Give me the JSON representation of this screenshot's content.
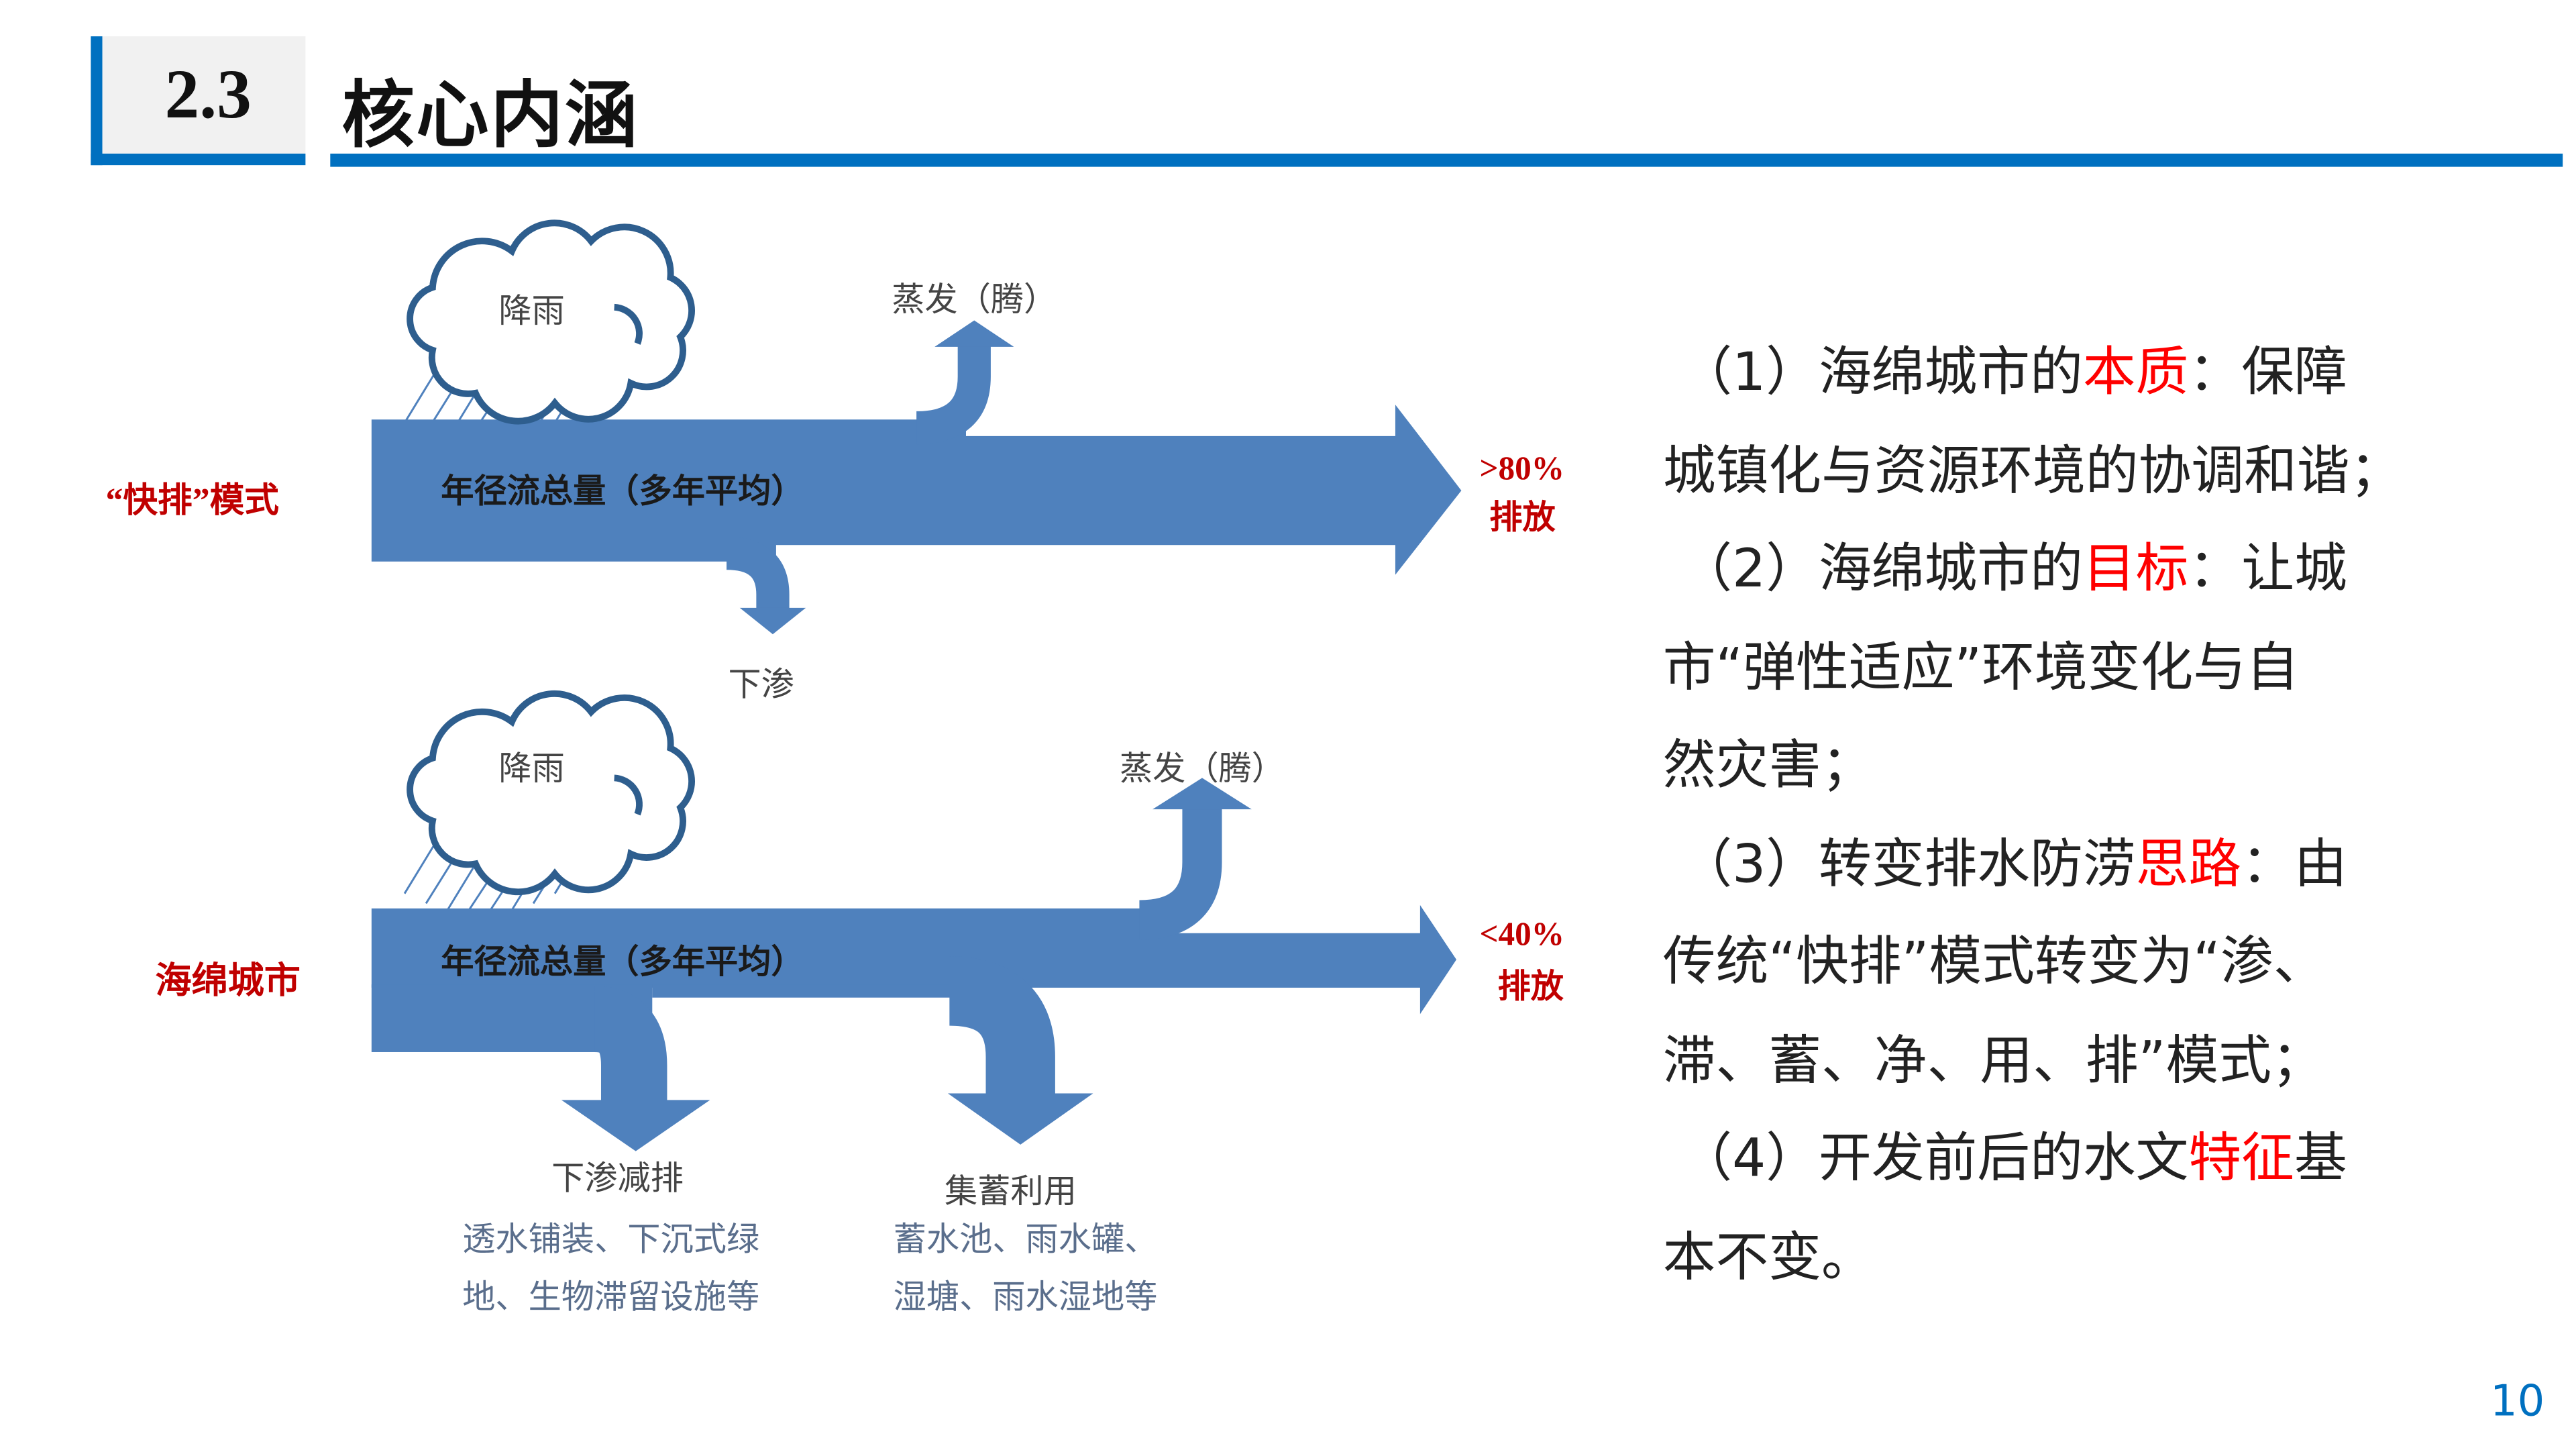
{
  "header": {
    "section_number": "2.3",
    "title": "核心内涵"
  },
  "diagram": {
    "top": {
      "mode_label": "“快排”模式",
      "rain": "降雨",
      "evaporation": "蒸发（腾）",
      "runoff": "年径流总量（多年平均）",
      "discharge_pct": ">80%",
      "discharge": "排放",
      "infiltration": "下渗"
    },
    "bottom": {
      "mode_label": "海绵城市",
      "rain": "降雨",
      "evaporation": "蒸发（腾）",
      "runoff": "年径流总量（多年平均）",
      "discharge_pct": "<40%",
      "discharge": "排放",
      "infiltration_title": "下渗减排",
      "infiltration_desc": [
        "透水铺装、下沉式绿",
        "地、生物滞留设施等"
      ],
      "storage_title": "集蓄利用",
      "storage_desc": [
        "蓄水池、雨水罐、",
        "湿塘、雨水湿地等"
      ]
    },
    "colors": {
      "arrow": "#4F81BD",
      "cloud": "#2E5E8E",
      "accent_red": "#C00000"
    }
  },
  "points": {
    "p1": {
      "a": "（1）海绵城市的",
      "key": "本质",
      "b": "：保障",
      "c": "城镇化与资源环境的协调和谐；"
    },
    "p2": {
      "a": "（2）海绵城市的",
      "key": "目标",
      "b": "：让城",
      "c": "市“弹性适应”环境变化与自",
      "d": "然灾害；"
    },
    "p3": {
      "a": "（3）转变排水防涝",
      "key": "思路",
      "b": "：由",
      "c": "传统“快排”模式转变为“渗、",
      "d": "滞、蓄、净、用、排”模式；"
    },
    "p4": {
      "a": "（4）开发前后的水文",
      "key": "特征",
      "b": "基",
      "c": "本不变。"
    }
  },
  "page_number": "10",
  "colors": {
    "brand_blue": "#0070C0",
    "highlight": "#FF0000"
  }
}
